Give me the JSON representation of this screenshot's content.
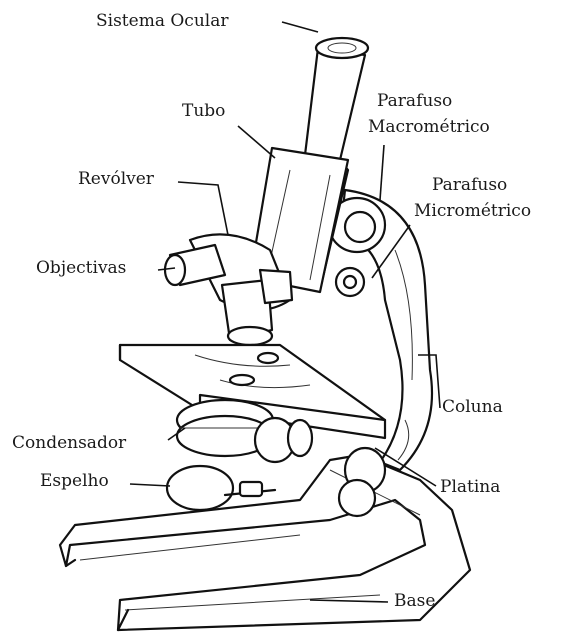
{
  "diagram": {
    "labels": {
      "sistema_ocular": "Sistema Ocular",
      "tubo": "Tubo",
      "parafuso_macro_1": "Parafuso",
      "parafuso_macro_2": "Macrométrico",
      "parafuso_micro_1": "Parafuso",
      "parafuso_micro_2": "Micrométrico",
      "revolver": "Revólver",
      "objectivas": "Objectivas",
      "coluna": "Coluna",
      "condensador": "Condensador",
      "espelho": "Espelho",
      "platina": "Platina",
      "base": "Base"
    },
    "colors": {
      "ink": "#111111",
      "background": "#ffffff"
    }
  }
}
